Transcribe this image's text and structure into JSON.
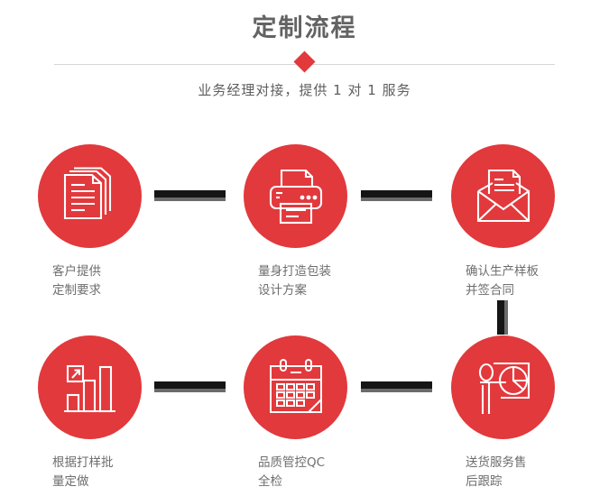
{
  "header": {
    "title": "定制流程",
    "subtitle": "业务经理对接，提供 1 对 1 服务",
    "divider_icon": "diamond-icon"
  },
  "colors": {
    "accent_red": "#e2393c",
    "connector_dark": "#151515",
    "connector_shadow": "#6b6b6b",
    "title_gray": "#636363",
    "caption_gray": "#6e6e6e",
    "rule_gray": "#d6d6d6",
    "background": "#ffffff"
  },
  "steps": [
    {
      "index": "1",
      "icon": "documents-stack-icon",
      "caption": "客户提供\n定制要求"
    },
    {
      "index": "2",
      "icon": "printer-icon",
      "caption": "量身打造包装\n设计方案"
    },
    {
      "index": "3",
      "icon": "envelope-document-icon",
      "caption": "确认生产样板\n并签合同"
    },
    {
      "index": "4",
      "icon": "bar-chart-growth-icon",
      "caption": "根据打样批\n量定做"
    },
    {
      "index": "5",
      "icon": "calendar-icon",
      "caption": "品质管控QC\n全检"
    },
    {
      "index": "6",
      "icon": "presenter-pie-chart-icon",
      "caption": "送货服务售\n后跟踪"
    }
  ],
  "connectors": [
    {
      "id": "1",
      "orientation": "horizontal",
      "from": "1",
      "to": "2"
    },
    {
      "id": "2",
      "orientation": "horizontal",
      "from": "2",
      "to": "3"
    },
    {
      "id": "3",
      "orientation": "vertical",
      "from": "3",
      "to": "6"
    },
    {
      "id": "4",
      "orientation": "horizontal",
      "from": "4",
      "to": "5"
    },
    {
      "id": "5",
      "orientation": "horizontal",
      "from": "5",
      "to": "6"
    }
  ]
}
